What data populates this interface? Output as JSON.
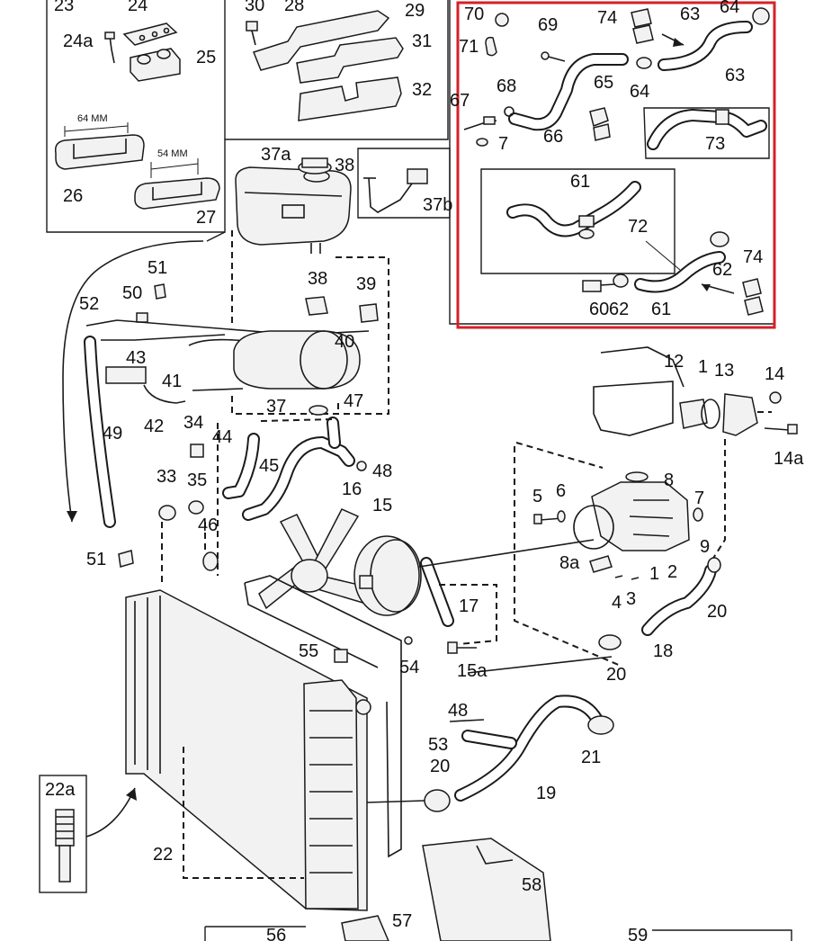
{
  "highlight_color": "#d62027",
  "ink_color": "#1a1a1a",
  "dimension_labels": {
    "upper": "64 MM",
    "lower": "54 MM"
  },
  "callouts": {
    "c23": "23",
    "c24": "24",
    "c24a": "24a",
    "c25": "25",
    "c26": "26",
    "c27": "27",
    "c30": "30",
    "c28": "28",
    "c29": "29",
    "c31": "31",
    "c32": "32",
    "c37a": "37a",
    "c38a": "38",
    "c37b": "37b",
    "c70": "70",
    "c71": "71",
    "c69": "69",
    "c74a": "74",
    "c63a": "63",
    "c64a": "64",
    "c68": "68",
    "c67": "67",
    "c7a": "7",
    "c66": "66",
    "c65": "65",
    "c64b": "64",
    "c63b": "63",
    "c73": "73",
    "c61a": "61",
    "c72": "72",
    "c62a": "62",
    "c74b": "74",
    "c60": "60",
    "c62b": "62",
    "c61b": "61",
    "c51a": "51",
    "c52": "52",
    "c50": "50",
    "c38b": "38",
    "c39": "39",
    "c40": "40",
    "c43": "43",
    "c41": "41",
    "c42": "42",
    "c37": "37",
    "c47": "47",
    "c49": "49",
    "c34": "34",
    "c44": "44",
    "c45": "45",
    "c48a": "48",
    "c33": "33",
    "c35": "35",
    "c46": "46",
    "c51b": "51",
    "c12": "12",
    "c1a": "1",
    "c13": "13",
    "c14": "14",
    "c14a": "14a",
    "c8": "8",
    "c5": "5",
    "c6": "6",
    "c7b": "7",
    "c9": "9",
    "c8a": "8a",
    "c2": "2",
    "c1b": "1",
    "c4": "4",
    "c3": "3",
    "c20a": "20",
    "c18": "18",
    "c20b": "20",
    "c16": "16",
    "c15": "15",
    "c17": "17",
    "c55": "55",
    "c54": "54",
    "c15a": "15a",
    "c48b": "48",
    "c53": "53",
    "c20c": "20",
    "c21": "21",
    "c19": "19",
    "c22a": "22a",
    "c22": "22",
    "c58": "58",
    "c57": "57",
    "c56": "56",
    "c59": "59"
  }
}
